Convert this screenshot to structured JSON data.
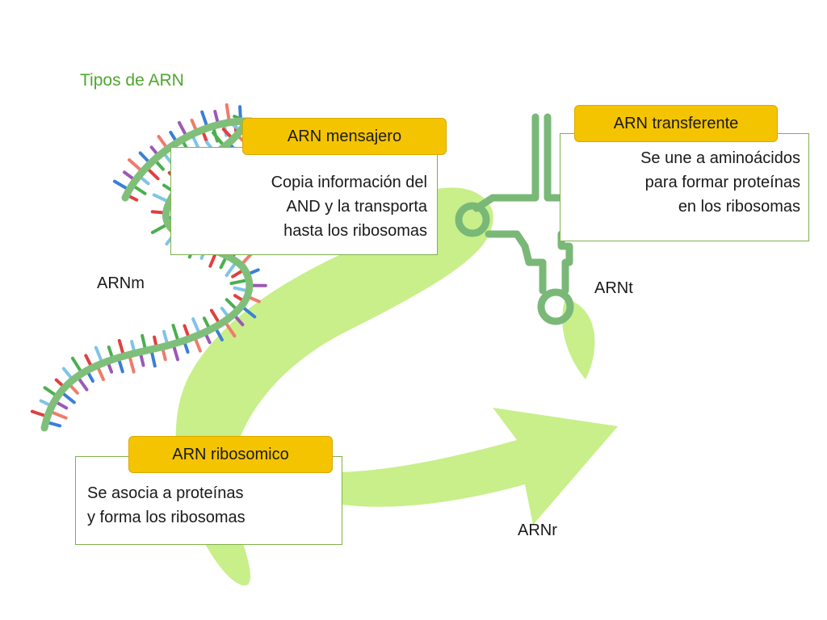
{
  "title": "Tipos de ARN",
  "colors": {
    "title": "#4ea72e",
    "tag_fill": "#f5c400",
    "box_border": "#7fb24a",
    "cycle_arrow": "#c8ef8a",
    "strand": "#7fbf7a",
    "trna": "#7ab878"
  },
  "mrna": {
    "tag": "ARN mensajero",
    "description": "Copia información del\nAND y la transporta\nhasta los ribosomas",
    "label": "ARNm"
  },
  "trna": {
    "tag": "ARN transferente",
    "description": "Se une a aminoácidos\npara formar proteínas\nen los ribosomas",
    "label": "ARNt"
  },
  "rrna": {
    "tag": "ARN ribosomico",
    "description": "Se asocia a proteínas\ny  forma los ribosomas",
    "label": "ARNr"
  }
}
